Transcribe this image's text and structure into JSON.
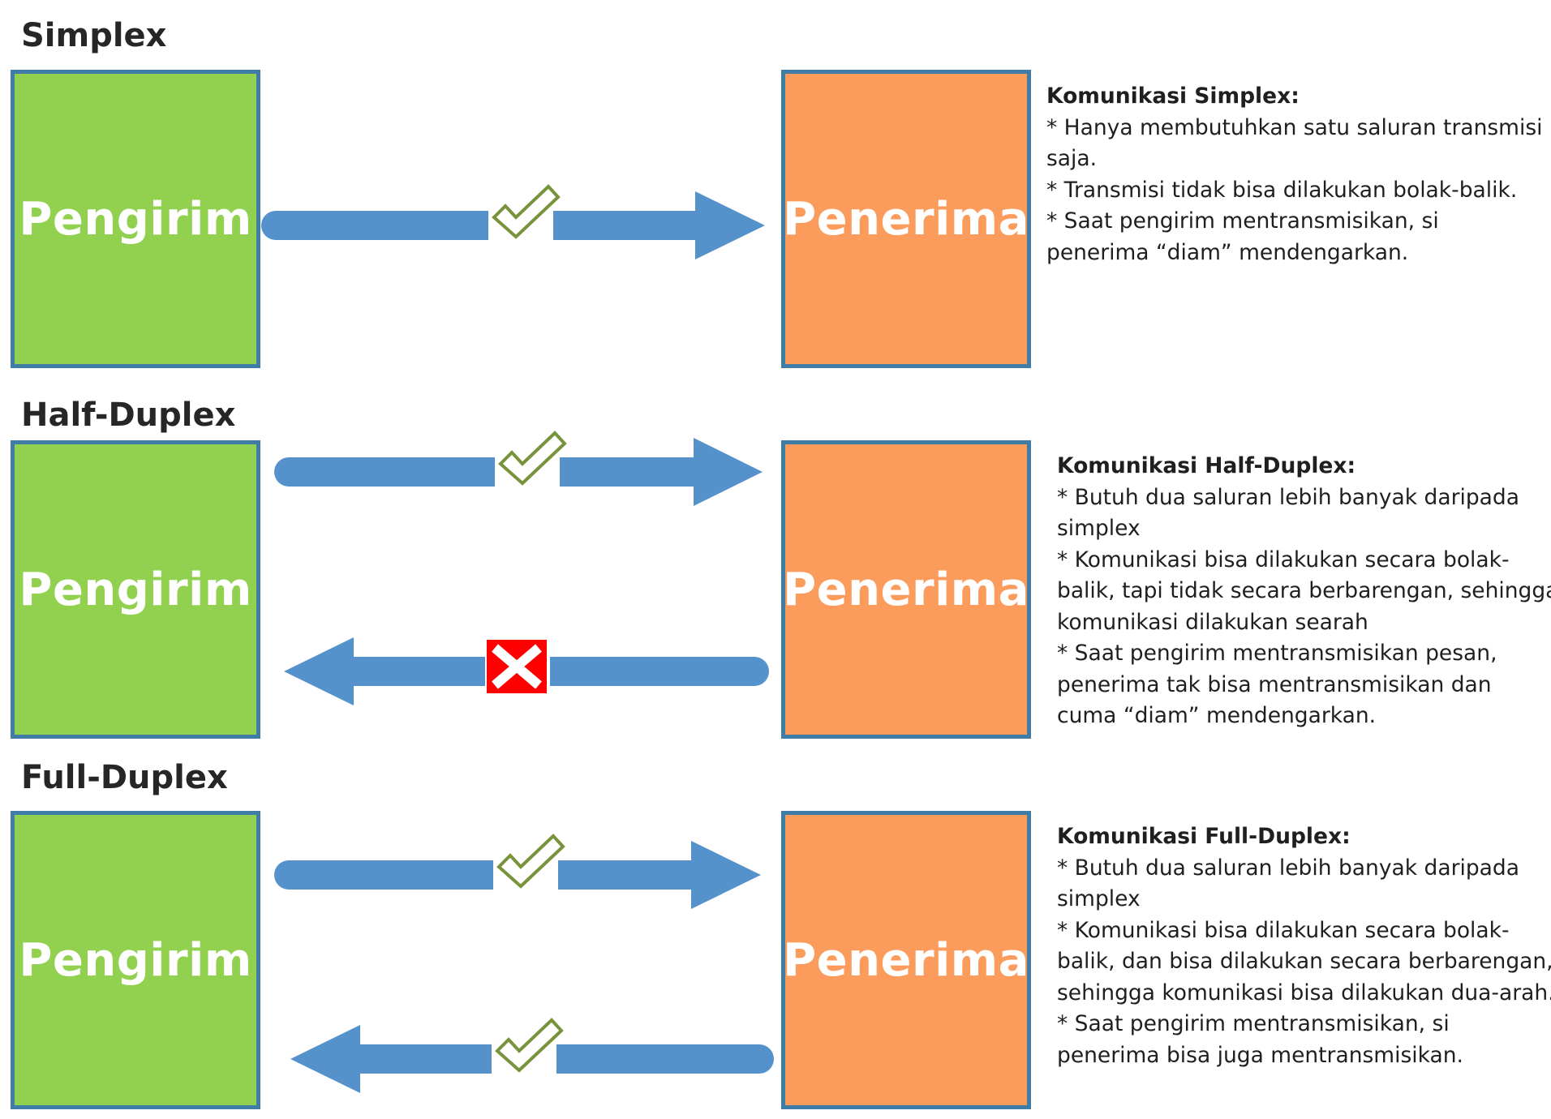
{
  "sections": [
    {
      "title": "Simplex",
      "sender": "Pengirim",
      "receiver": "Penerima",
      "description": {
        "heading": "Komunikasi Simplex:",
        "lines": [
          "* Hanya membutuhkan satu saluran transmisi",
          "saja.",
          "* Transmisi tidak bisa dilakukan bolak-balik.",
          "* Saat pengirim mentransmisikan, si",
          "penerima “diam” mendengarkan."
        ]
      }
    },
    {
      "title": "Half-Duplex",
      "sender": "Pengirim",
      "receiver": "Penerima",
      "description": {
        "heading": "Komunikasi Half-Duplex:",
        "lines": [
          "* Butuh dua saluran lebih banyak daripada",
          "simplex",
          "* Komunikasi bisa dilakukan secara bolak-",
          "balik, tapi tidak secara berbarengan, sehingga",
          "komunikasi dilakukan searah",
          "* Saat pengirim mentransmisikan pesan,",
          "penerima tak bisa mentransmisikan dan",
          "cuma “diam” mendengarkan."
        ]
      }
    },
    {
      "title": "Full-Duplex",
      "sender": "Pengirim",
      "receiver": "Penerima",
      "description": {
        "heading": "Komunikasi Full-Duplex:",
        "lines": [
          "* Butuh dua saluran lebih banyak daripada",
          "simplex",
          "* Komunikasi bisa dilakukan secara bolak-",
          "balik, dan bisa dilakukan secara berbarengan,",
          "sehingga komunikasi bisa dilakukan dua-arah.",
          "* Saat pengirim mentransmisikan, si",
          "penerima bisa juga mentransmisikan."
        ]
      }
    }
  ],
  "colors": {
    "sender_fill": "#92d050",
    "receiver_fill": "#fb9b5c",
    "box_border": "#3f7da6",
    "arrow": "#5591cb",
    "check": "#77933c",
    "cross_fill": "#ff0000"
  },
  "icons": {
    "allowed": "check-icon",
    "blocked": "cross-icon"
  }
}
